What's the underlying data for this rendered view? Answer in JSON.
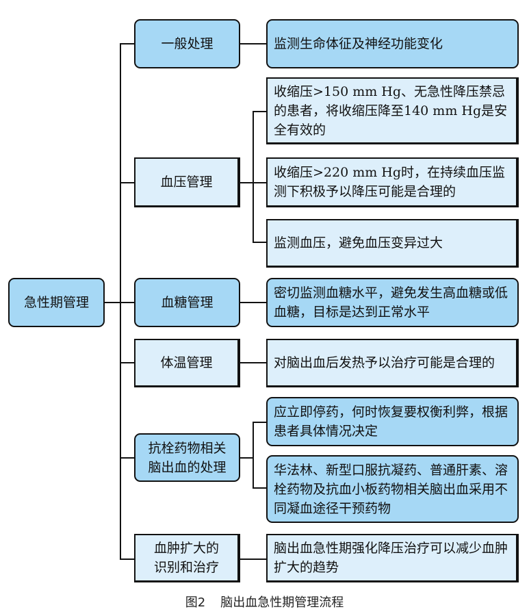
{
  "figure": {
    "caption_number": "图2",
    "caption_title": "脑出血急性期管理流程"
  },
  "root": {
    "label": "急性期管理"
  },
  "branches": [
    {
      "label": "一般处理",
      "actions": [
        "监测生命体征及神经功能变化"
      ]
    },
    {
      "label": "血压管理",
      "actions": [
        "收缩压>150 mm Hg、无急性降压禁忌的患者，将收缩压降至140 mm Hg是安全有效的",
        "收缩压>220 mm Hg时，在持续血压监测下积极予以降压可能是合理的",
        "监测血压，避免血压变异过大"
      ]
    },
    {
      "label": "血糖管理",
      "actions": [
        "密切监测血糖水平，避免发生高血糖或低血糖，目标是达到正常水平"
      ]
    },
    {
      "label": "体温管理",
      "actions": [
        "对脑出血后发热予以治疗可能是合理的"
      ]
    },
    {
      "label": "抗栓药物相关脑出血的处理",
      "actions": [
        "应立即停药，何时恢复要权衡利弊，根据患者具体情况决定",
        "华法林、新型口服抗凝药、普通肝素、溶栓药物及抗血小板药物相关脑出血采用不同凝血途径干预药物"
      ]
    },
    {
      "label": "血肿扩大的识别和治疗",
      "actions": [
        "脑出血急性期强化降压治疗可以减少血肿扩大的趋势"
      ]
    }
  ],
  "colors": {
    "dark_box": "#a6d8f5",
    "light_box": "#ddeffb",
    "line": "#111111"
  }
}
